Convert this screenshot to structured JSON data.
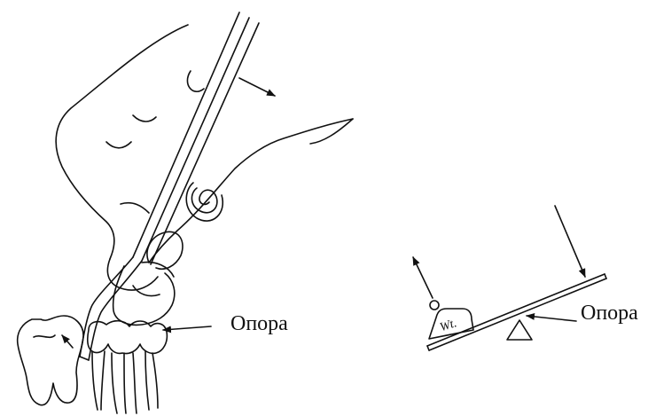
{
  "labels": {
    "fulcrum_left": "Опора",
    "fulcrum_right": "Опора",
    "weight": "Wt."
  },
  "colors": {
    "stroke": "#111111",
    "background": "#ffffff"
  }
}
